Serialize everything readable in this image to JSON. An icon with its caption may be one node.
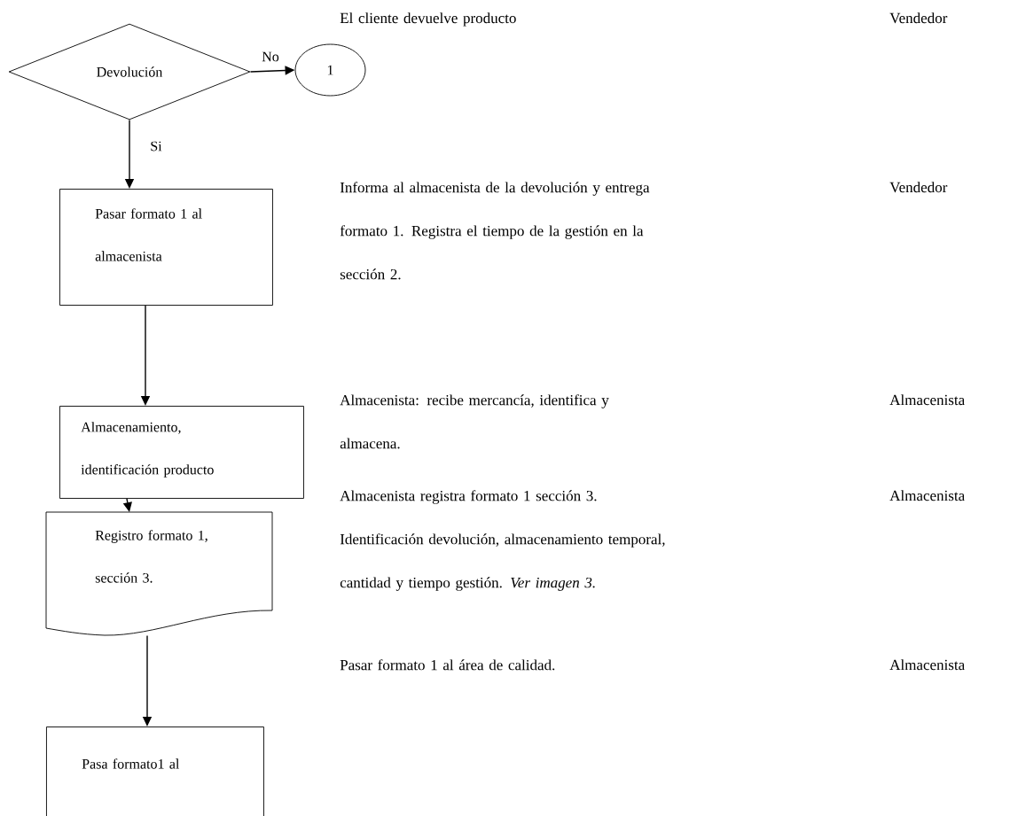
{
  "diagram": {
    "nodes": [
      {
        "text": [
          "Devolución"
        ]
      },
      {
        "text": [
          "1"
        ]
      },
      {
        "text": [
          "Pasar formato 1 al almacenista"
        ]
      },
      {
        "text": [
          "Almacenamiento, identificación producto"
        ]
      },
      {
        "text": [
          "Registro formato 1, sección 3."
        ]
      },
      {
        "text": [
          "Pasa formato1 al"
        ]
      }
    ],
    "edges": [
      {
        "from": 0,
        "to": 1,
        "arrow": "to",
        "label": "No"
      },
      {
        "from": 0,
        "to": 2,
        "arrow": "to",
        "label": "Si"
      },
      {
        "from": 2,
        "to": 3,
        "arrow": "to"
      },
      {
        "from": 3,
        "to": 4,
        "arrow": "to"
      },
      {
        "from": 4,
        "to": 5,
        "arrow": "to"
      }
    ],
    "labels": [
      "El cliente devuelve producto",
      "Vendedor",
      "Informa al almacenista de la devolución y entrega formato 1. Registra el tiempo de la gestión en la sección 2.",
      "Vendedor",
      "Almacenista: recibe mercancía, identifica y almacena.",
      "Almacenista",
      "Almacenista registra formato 1 sección 3. Identificación devolución, almacenamiento temporal, cantidad y tiempo gestión. *Ver imagen 3.*",
      "Almacenista",
      "Pasar formato 1 al área de calidad.",
      "Almacenista"
    ]
  }
}
